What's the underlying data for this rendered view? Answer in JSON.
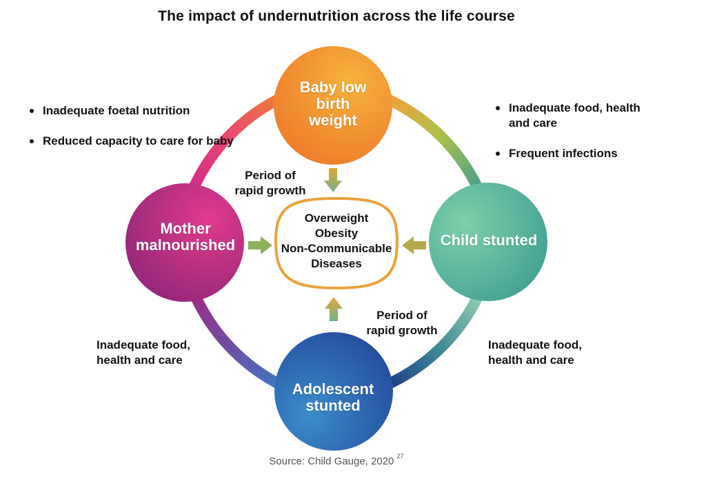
{
  "title": "The impact of undernutrition across the life course",
  "nodes": {
    "baby": {
      "line1": "Baby low",
      "line2": "birth",
      "line3": "weight"
    },
    "mother": {
      "line1": "Mother",
      "line2": "malnourished"
    },
    "child": {
      "text": "Child stunted"
    },
    "adolescent": {
      "line1": "Adolescent",
      "line2": "stunted"
    }
  },
  "center": {
    "line1": "Overweight",
    "line2": "Obesity",
    "line3": "Non-Communicable",
    "line4": "Diseases"
  },
  "bullets_top_left": [
    "Inadequate foetal nutrition",
    "Reduced capacity to care for baby"
  ],
  "bullets_top_right": [
    "Inadequate food, health and care",
    "Frequent infections"
  ],
  "note_bottom_left": {
    "line1": "Inadequate food,",
    "line2": "health and care"
  },
  "note_bottom_right": {
    "line1": "Inadequate food,",
    "line2": "health and care"
  },
  "growth_top": {
    "line1": "Period of",
    "line2": "rapid growth"
  },
  "growth_bottom": {
    "line1": "Period of",
    "line2": "rapid growth"
  },
  "source": {
    "text": "Source: Child Gauge, 2020",
    "ref": "27"
  },
  "colors": {
    "baby": "#F08A2C",
    "child": "#4FAE9A",
    "adolescent": "#2C63AE",
    "mother": "#B8287E",
    "center_border": "#E9A23B"
  }
}
